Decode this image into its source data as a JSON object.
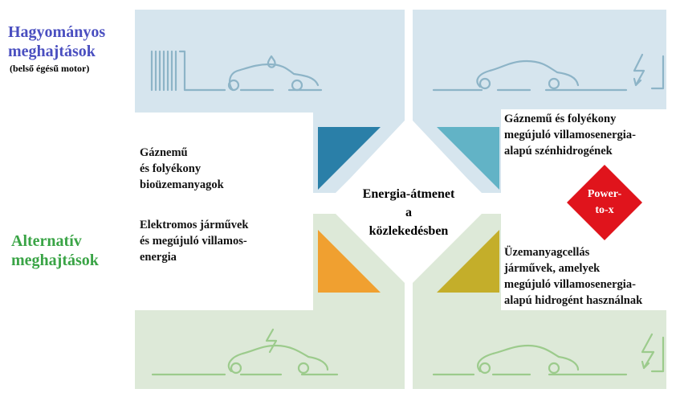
{
  "left_labels": {
    "conventional": {
      "title_line1": "Hagyományos",
      "title_line2": "meghajtások",
      "subtitle": "(belső égésű motor)",
      "color": "#4a4fc0"
    },
    "alternative": {
      "title_line1": "Alternatív",
      "title_line2": "meghajtások",
      "color": "#3aa446"
    }
  },
  "center": {
    "line1": "Energia-átmenet",
    "line2": "a",
    "line3": "közlekedésben"
  },
  "quadrants": {
    "top_left": {
      "lines": [
        "Gáznemű",
        "és folyékony",
        "bioüzemanyagok"
      ],
      "triangle_color": "#2a7fa8",
      "icon": "fuel-drop-car-icon"
    },
    "top_right": {
      "lines": [
        "Gáznemű és folyékony",
        "megújuló villamosenergia-",
        "alapú szénhidrogének"
      ],
      "triangle_color": "#62b3c6",
      "icon": "lightning-car-icon"
    },
    "bottom_left": {
      "lines": [
        "Elektromos járművek",
        "és megújuló villamos-",
        "energia"
      ],
      "triangle_color": "#f0a030",
      "icon": "electric-plug-car-icon"
    },
    "bottom_right": {
      "lines": [
        "Üzemanyagcellás",
        "járművek, amelyek",
        "megújuló villamosenergia-",
        "alapú hidrogént használnak"
      ],
      "triangle_color": "#c4ae2a",
      "icon": "hydrogen-lightning-car-icon"
    }
  },
  "power_to_x": {
    "line1": "Power-",
    "line2": "to-x",
    "color": "#e0141c"
  },
  "colors": {
    "top_panel": "#d6e5ee",
    "bottom_panel": "#dde9d8",
    "top_line": "#8db4c7",
    "bottom_line": "#9ccb8c"
  }
}
